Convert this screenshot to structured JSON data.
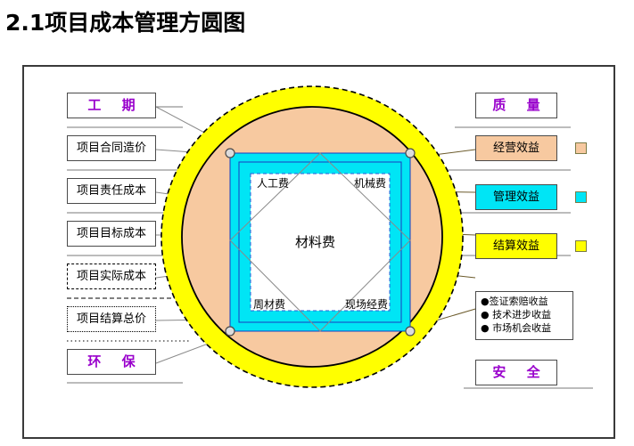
{
  "page": {
    "title": "2.1项目成本管理方圆图"
  },
  "left_column": [
    {
      "name": "duration",
      "label": "工  期",
      "style": "purple",
      "border": "solid"
    },
    {
      "name": "contract-price",
      "label": "项目合同造价",
      "style": "plain",
      "border": "solid"
    },
    {
      "name": "responsibility-cost",
      "label": "项目责任成本",
      "style": "plain",
      "border": "solid"
    },
    {
      "name": "target-cost",
      "label": "项目目标成本",
      "style": "plain",
      "border": "solid"
    },
    {
      "name": "actual-cost",
      "label": "项目实际成本",
      "style": "plain",
      "border": "dashed"
    },
    {
      "name": "settlement-total",
      "label": "项目结算总价",
      "style": "plain",
      "border": "dotted"
    },
    {
      "name": "environment",
      "label": "环  保",
      "style": "purple",
      "border": "solid"
    }
  ],
  "right_column": [
    {
      "name": "quality",
      "label": "质  量",
      "fill": "none",
      "style": "purple",
      "swatch": null
    },
    {
      "name": "operating-benefit",
      "label": "经营效益",
      "fill": "orange",
      "style": "plain",
      "swatch": "#f7c9a0"
    },
    {
      "name": "management-benefit",
      "label": "管理效益",
      "fill": "cyan",
      "style": "plain",
      "swatch": "#00e5f5"
    },
    {
      "name": "settlement-benefit",
      "label": "结算效益",
      "fill": "yellow",
      "style": "plain",
      "swatch": "#ffff00"
    },
    {
      "name": "safety",
      "label": "安  全",
      "fill": "none",
      "style": "purple",
      "swatch": null
    }
  ],
  "benefit_bullets": [
    "●签证索赔收益",
    "● 技术进步收益",
    "● 市场机会收益"
  ],
  "center": {
    "top_left": "人工费",
    "top_right": "机械费",
    "middle": "材料费",
    "bottom_left": "周材费",
    "bottom_right": "现场经费"
  },
  "colors": {
    "outer_ring": "#ffff00",
    "inner_circle": "#f7c9a0",
    "square_ring": "#00e5f5",
    "accent_purple": "#9900cc",
    "frame_border": "#3a3a3a"
  }
}
